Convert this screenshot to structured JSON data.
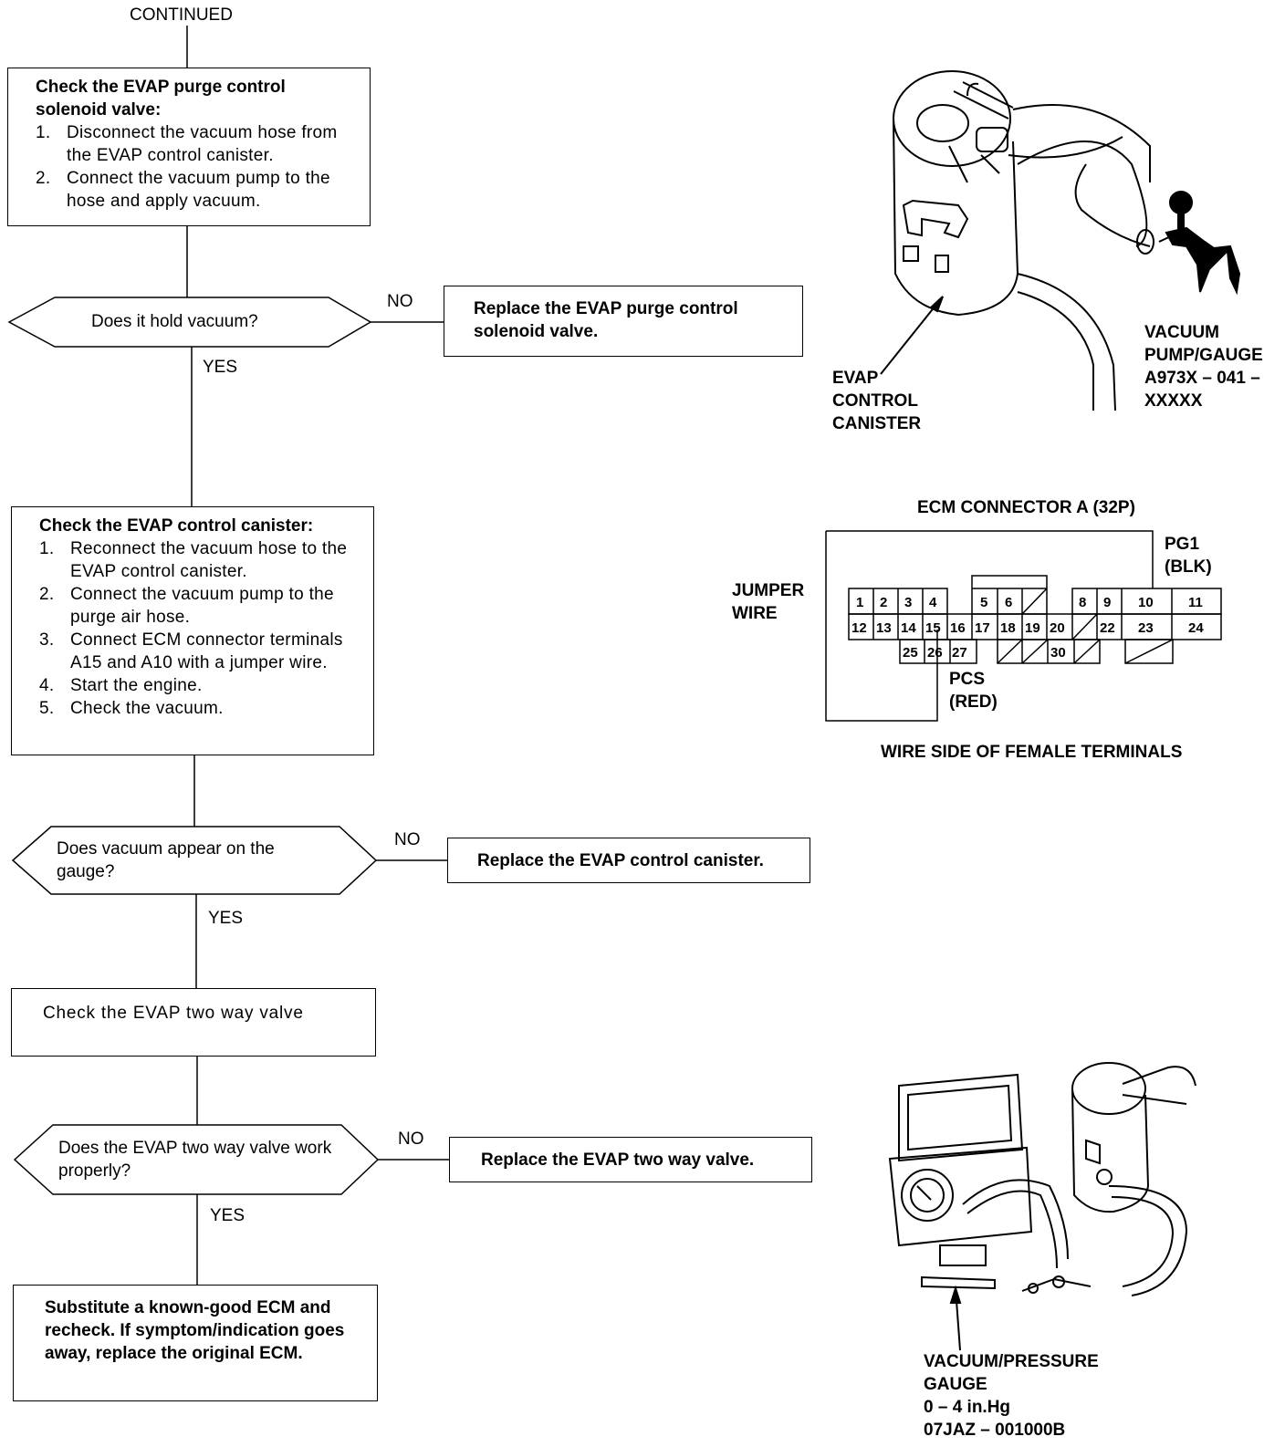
{
  "header": {
    "continued": "CONTINUED"
  },
  "step1": {
    "title": "Check the EVAP purge control solenoid valve:",
    "items": [
      {
        "n": "1.",
        "text": "Disconnect the vacuum hose from the EVAP control canister."
      },
      {
        "n": "2.",
        "text": "Connect the vacuum pump to the hose and apply vacuum."
      }
    ]
  },
  "q1": {
    "text": "Does it hold vacuum?",
    "no": "NO",
    "yes": "YES",
    "no_result": "Replace the EVAP purge control solenoid valve."
  },
  "step2": {
    "title": "Check the EVAP control canister:",
    "items": [
      {
        "n": "1.",
        "text": "Reconnect the vacuum hose to the EVAP control canister."
      },
      {
        "n": "2.",
        "text": "Connect the vacuum pump to the purge air hose."
      },
      {
        "n": "3.",
        "text": "Connect ECM connector terminals A15 and A10 with a jumper wire."
      },
      {
        "n": "4.",
        "text": "Start the engine."
      },
      {
        "n": "5.",
        "text": "Check the vacuum."
      }
    ]
  },
  "q2": {
    "text": "Does vacuum appear on the gauge?",
    "no": "NO",
    "yes": "YES",
    "no_result": "Replace the EVAP control canister."
  },
  "step3": {
    "text": "Check the EVAP two way valve"
  },
  "q3": {
    "text": "Does the EVAP two way valve work properly?",
    "no": "NO",
    "yes": "YES",
    "no_result": "Replace the EVAP two way valve."
  },
  "final": {
    "text": "Substitute a known-good ECM and recheck. If symptom/indication goes away, replace the original ECM."
  },
  "fig1": {
    "canister_label": [
      "EVAP",
      "CONTROL",
      "CANISTER"
    ],
    "pump_label": [
      "VACUUM",
      "PUMP/GAUGE",
      "A973X – 041 –",
      "XXXXX"
    ]
  },
  "fig2": {
    "title": "ECM CONNECTOR A (32P)",
    "pg1": "PG1",
    "pg1_color": "(BLK)",
    "jumper": [
      "JUMPER",
      "WIRE"
    ],
    "pcs": "PCS",
    "pcs_color": "(RED)",
    "caption": "WIRE SIDE OF FEMALE TERMINALS",
    "row1": [
      "1",
      "2",
      "3",
      "4",
      "5",
      "6",
      "8",
      "9",
      "10",
      "11"
    ],
    "row2": [
      "12",
      "13",
      "14",
      "15",
      "16",
      "17",
      "18",
      "19",
      "20",
      "22",
      "23",
      "24"
    ],
    "row3": [
      "25",
      "26",
      "27",
      "30"
    ]
  },
  "fig3": {
    "label": [
      "VACUUM/PRESSURE",
      "GAUGE",
      "0 – 4 in.Hg",
      "07JAZ – 001000B"
    ]
  }
}
